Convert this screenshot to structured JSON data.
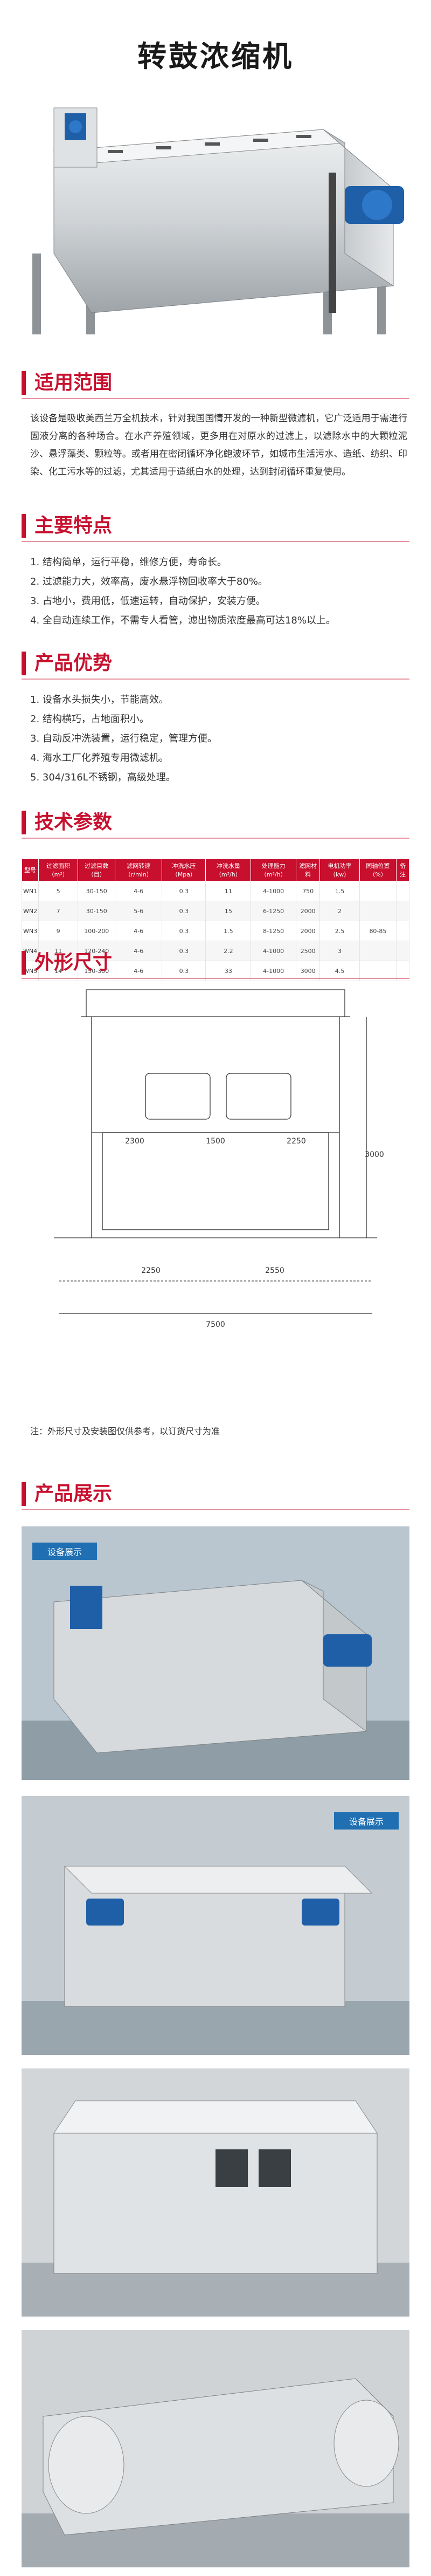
{
  "page": {
    "title": "转鼓浓缩机"
  },
  "sections": {
    "application": {
      "heading": "适用范围",
      "text": "该设备是吸收美西兰万全机技术，针对我国国情开发的一种新型微滤机，它广泛适用于需进行固液分离的各种场合。在水产养殖领域，更多用在对原水的过滤上，以滤除水中的大颗粒泥沙、悬浮藻类、颗粒等。或者用在密闭循环净化鲍波环节，如城市生活污水、造纸、纺织、印染、化工污水等的过滤，尤其适用于造纸白水的处理，达到封闭循环重复使用。"
    },
    "features": {
      "heading": "主要特点",
      "items": [
        "1. 结构简单，运行平稳，维修方便，寿命长。",
        "2. 过滤能力大，效率高，废水悬浮物回收率大于80%。",
        "3. 占地小，费用低，低速运转，自动保护，安装方便。",
        "4. 全自动连续工作，不需专人看管，滤出物质浓度最高可达18%以上。"
      ]
    },
    "advantages": {
      "heading": "产品优势",
      "items": [
        "1. 设备水头损失小，节能高效。",
        "2. 结构横巧，占地面积小。",
        "3. 自动反冲洗装置，运行稳定，管理方便。",
        "4. 海水工厂化养殖专用微滤机。",
        "5. 304/316L不锈钢，高级处理。"
      ]
    },
    "specs": {
      "heading": "技术参数",
      "header": [
        "型号",
        "过滤面积（m²）",
        "过滤目数（目）",
        "滤网转速（r/min）",
        "冲洗水压（Mpa）",
        "冲洗水量（m³/h）",
        "处理能力（m³/h）",
        "滤网材料",
        "电机功率（kw）",
        "同轴位置（%）",
        "备注"
      ],
      "rows": [
        [
          "WN1",
          "5",
          "30-150",
          "4-6",
          "0.3",
          "11",
          "4-1000",
          "750",
          "1.5",
          "",
          ""
        ],
        [
          "WN2",
          "7",
          "30-150",
          "5-6",
          "0.3",
          "15",
          "6-1250",
          "2000",
          "2",
          "",
          ""
        ],
        [
          "WN3",
          "9",
          "100-200",
          "4-6",
          "0.3",
          "1.5",
          "8-1250",
          "2000",
          "2.5",
          "80-85",
          ""
        ],
        [
          "WN4",
          "11",
          "120-240",
          "4-6",
          "0.3",
          "2.2",
          "4-1000",
          "2500",
          "3",
          "",
          ""
        ],
        [
          "WN5",
          "14",
          "150-300",
          "4-6",
          "0.3",
          "33",
          "4-1000",
          "3000",
          "4.5",
          "",
          ""
        ]
      ]
    },
    "dimensions": {
      "heading": "外形尺寸",
      "dims": [
        "2300",
        "1500",
        "2250",
        "2250",
        "7500",
        "3000",
        "2550"
      ],
      "note": "注：外形尺寸及安装图仅供参考，以订货尺寸为准"
    },
    "showcase": {
      "heading": "产品展示",
      "photo_tags": [
        "设备展示",
        "设备展示"
      ]
    }
  }
}
